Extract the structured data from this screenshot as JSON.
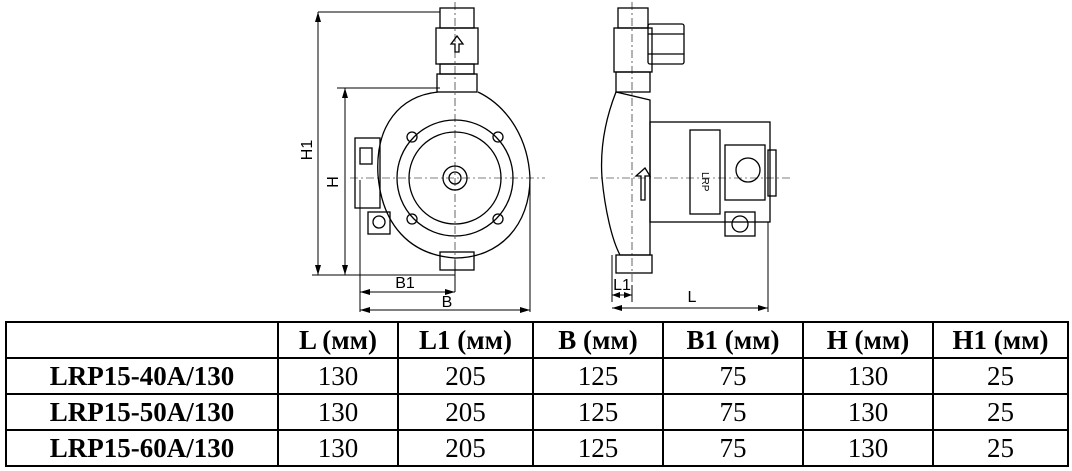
{
  "drawing": {
    "front_labels": {
      "h1": "H1",
      "h": "H",
      "b1": "B1",
      "b": "B"
    },
    "side_labels": {
      "l1": "L1",
      "l": "L"
    }
  },
  "table": {
    "headers": [
      "",
      "L (мм)",
      "L1 (мм)",
      "B (мм)",
      "B1 (мм)",
      "H (мм)",
      "H1 (мм)"
    ],
    "rows": [
      {
        "model": "LRP15-40A/130",
        "values": [
          "130",
          "205",
          "125",
          "75",
          "130",
          "25"
        ]
      },
      {
        "model": "LRP15-50A/130",
        "values": [
          "130",
          "205",
          "125",
          "75",
          "130",
          "25"
        ]
      },
      {
        "model": "LRP15-60A/130",
        "values": [
          "130",
          "205",
          "125",
          "75",
          "130",
          "25"
        ]
      }
    ]
  }
}
